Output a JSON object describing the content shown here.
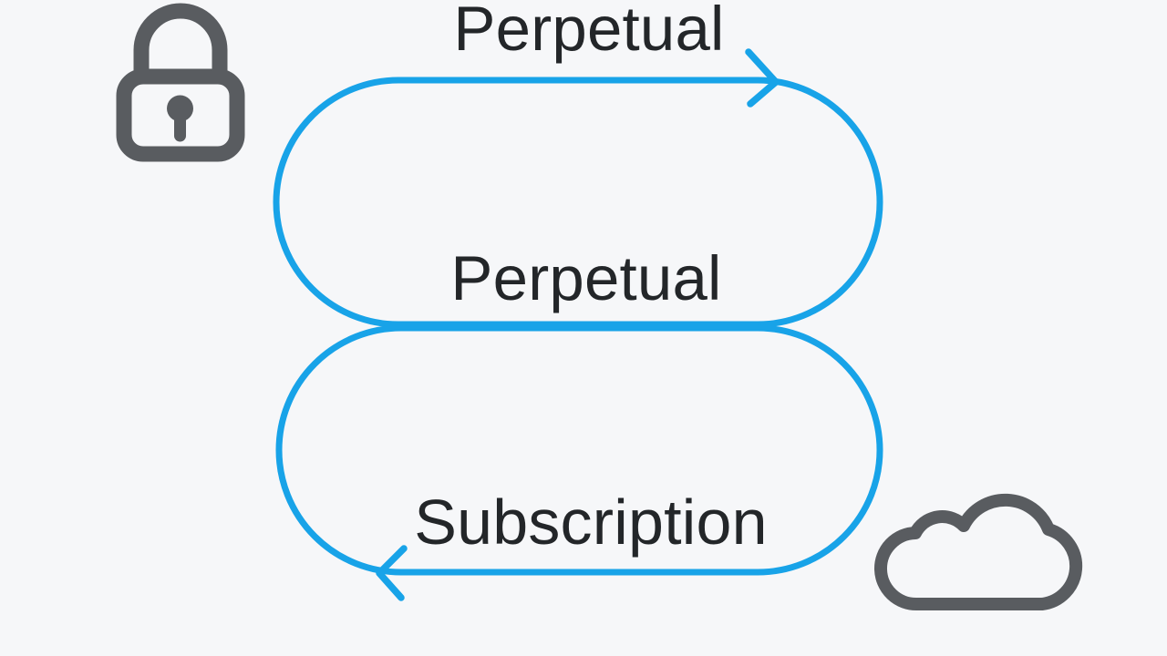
{
  "diagram": {
    "title_label": "Perpetual",
    "loop_top_label": "Perpetual",
    "loop_bottom_label": "Subscription"
  },
  "icons": {
    "top_left": "lock-icon",
    "bottom_right": "cloud-icon",
    "loop_top_arrow": "arrow-right-icon",
    "loop_bottom_arrow": "arrow-left-icon"
  },
  "colors": {
    "accent_blue": "#18a3e8",
    "icon_gray": "#595c60",
    "text": "#232629",
    "background": "#f6f7f9"
  }
}
